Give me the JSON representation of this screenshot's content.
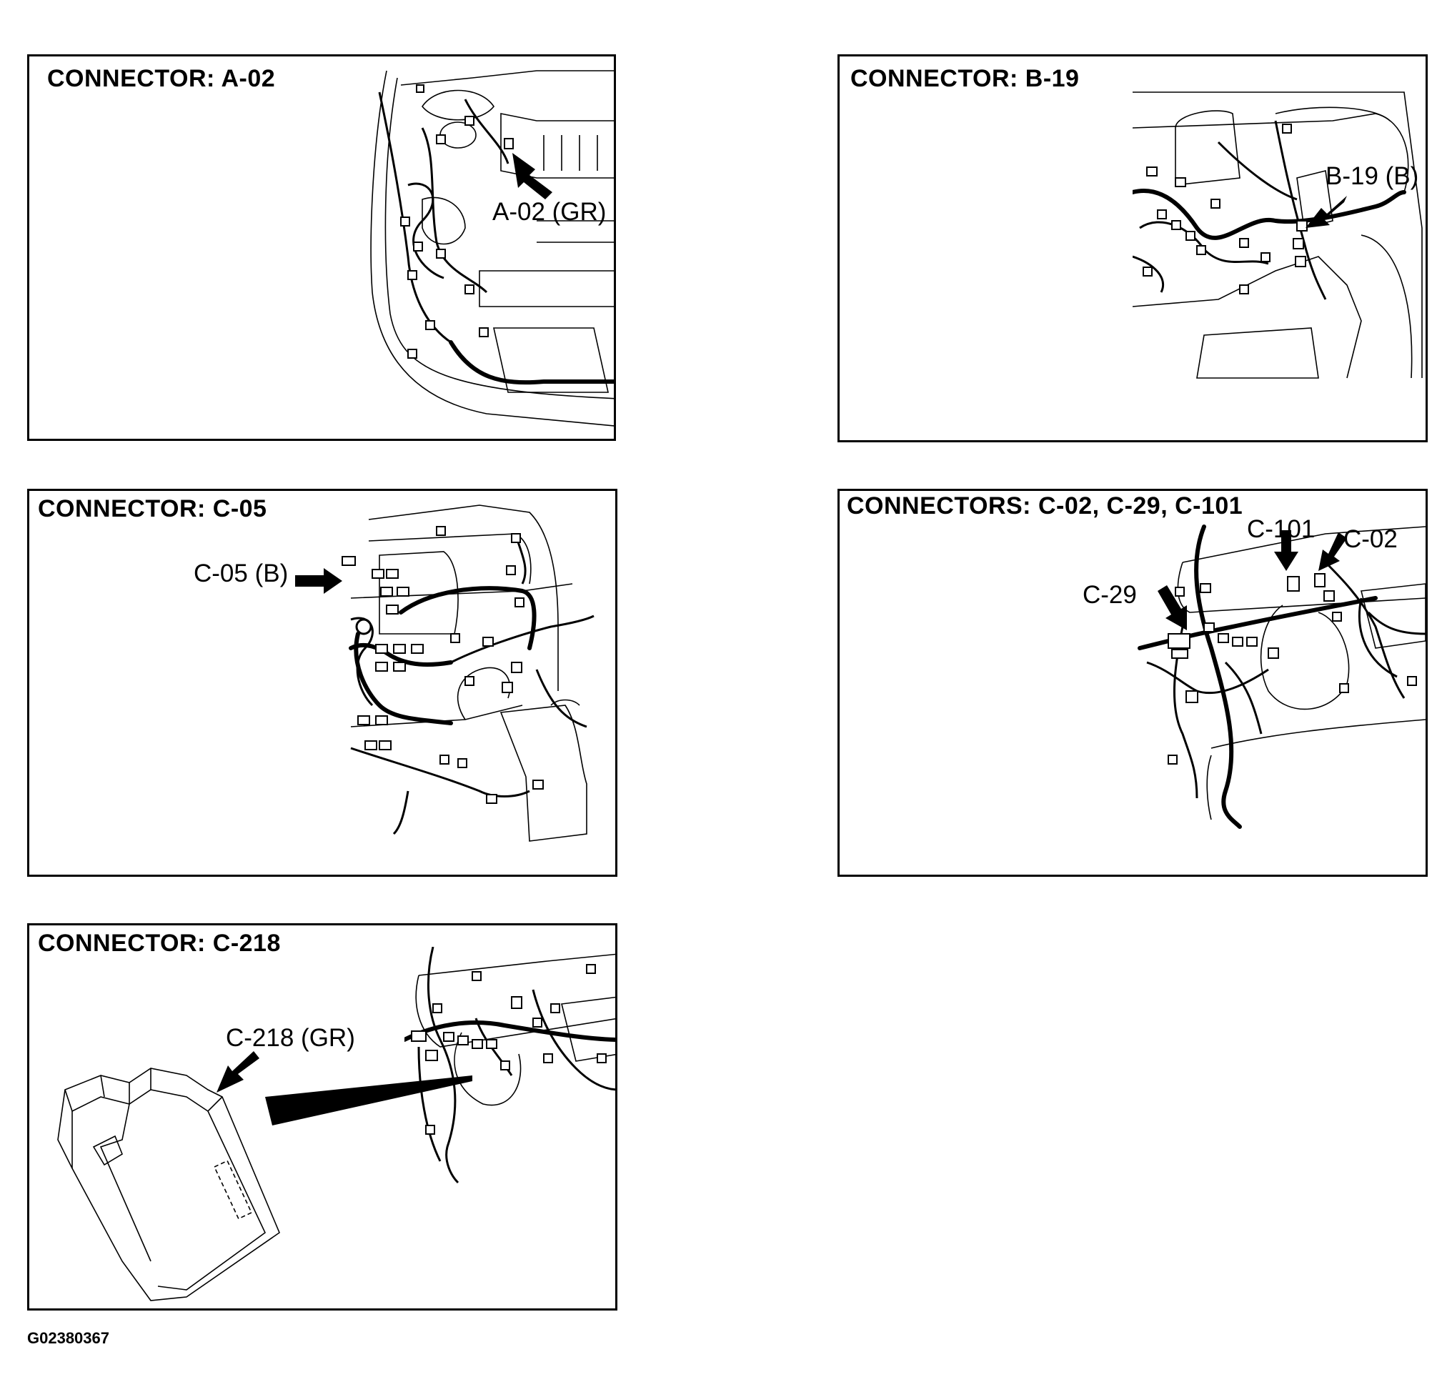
{
  "panels": [
    {
      "id": "a02",
      "title": "CONNECTOR: A-02",
      "callouts": [
        "A-02 (GR)"
      ]
    },
    {
      "id": "b19",
      "title": "CONNECTOR: B-19",
      "callouts": [
        "B-19 (B)"
      ]
    },
    {
      "id": "c05",
      "title": "CONNECTOR: C-05",
      "callouts": [
        "C-05 (B)"
      ]
    },
    {
      "id": "c02",
      "title": "CONNECTORS: C-02, C-29, C-101",
      "callouts": [
        "C-101",
        "C-02",
        "C-29"
      ]
    },
    {
      "id": "c218",
      "title": "CONNECTOR: C-218",
      "callouts": [
        "C-218 (GR)"
      ]
    }
  ],
  "figure_id": "G02380367"
}
